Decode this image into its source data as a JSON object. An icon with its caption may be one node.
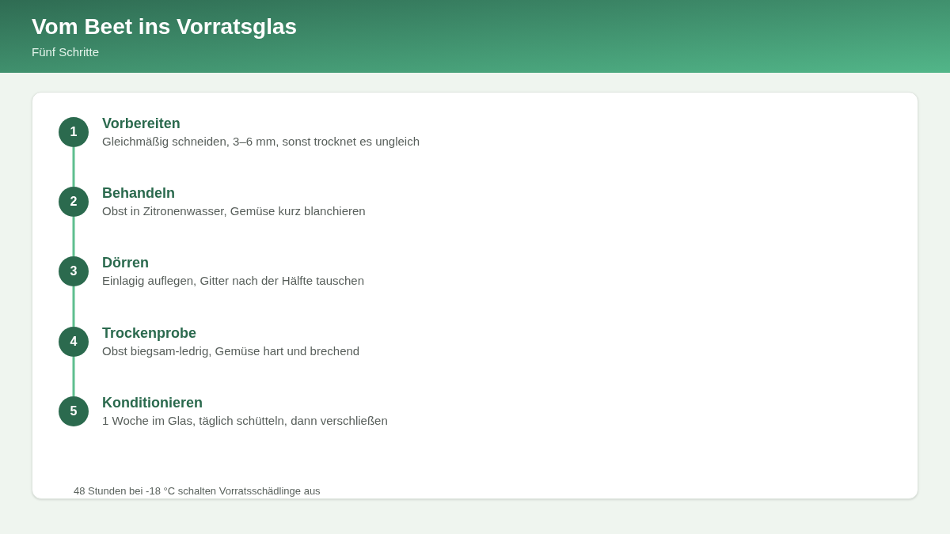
{
  "diagram": {
    "title": "Vom Beet ins Vorratsglas",
    "nodes": [
      {
        "text": [
          "1"
        ],
        "beside": [
          "Vorbereiten",
          "Gleichmäßig schneiden, 3–6 mm, sonst trocknet es ungleich"
        ]
      },
      {
        "text": [
          "2"
        ],
        "beside": [
          "Behandeln",
          "Obst in Zitronenwasser, Gemüse kurz blanchieren"
        ]
      },
      {
        "text": [
          "3"
        ],
        "beside": [
          "Dörren",
          "Einlagig auflegen, Gitter nach der Hälfte tauschen"
        ]
      },
      {
        "text": [
          "4"
        ],
        "beside": [
          "Trockenprobe",
          "Obst biegsam-ledrig, Gemüse hart und brechend"
        ]
      },
      {
        "text": [
          "5"
        ],
        "beside": [
          "Konditionieren",
          "1 Woche im Glas, täglich schütteln, dann verschließen"
        ]
      }
    ],
    "edges": [
      {
        "from": 0,
        "to": 1,
        "arrow": "none"
      },
      {
        "from": 1,
        "to": 2,
        "arrow": "none"
      },
      {
        "from": 2,
        "to": 3,
        "arrow": "none"
      },
      {
        "from": 3,
        "to": 4,
        "arrow": "none"
      }
    ],
    "labels": [
      "Fünf Schritte",
      "48 Stunden bei -18 °C schalten Vorratsschädlinge aus"
    ]
  }
}
